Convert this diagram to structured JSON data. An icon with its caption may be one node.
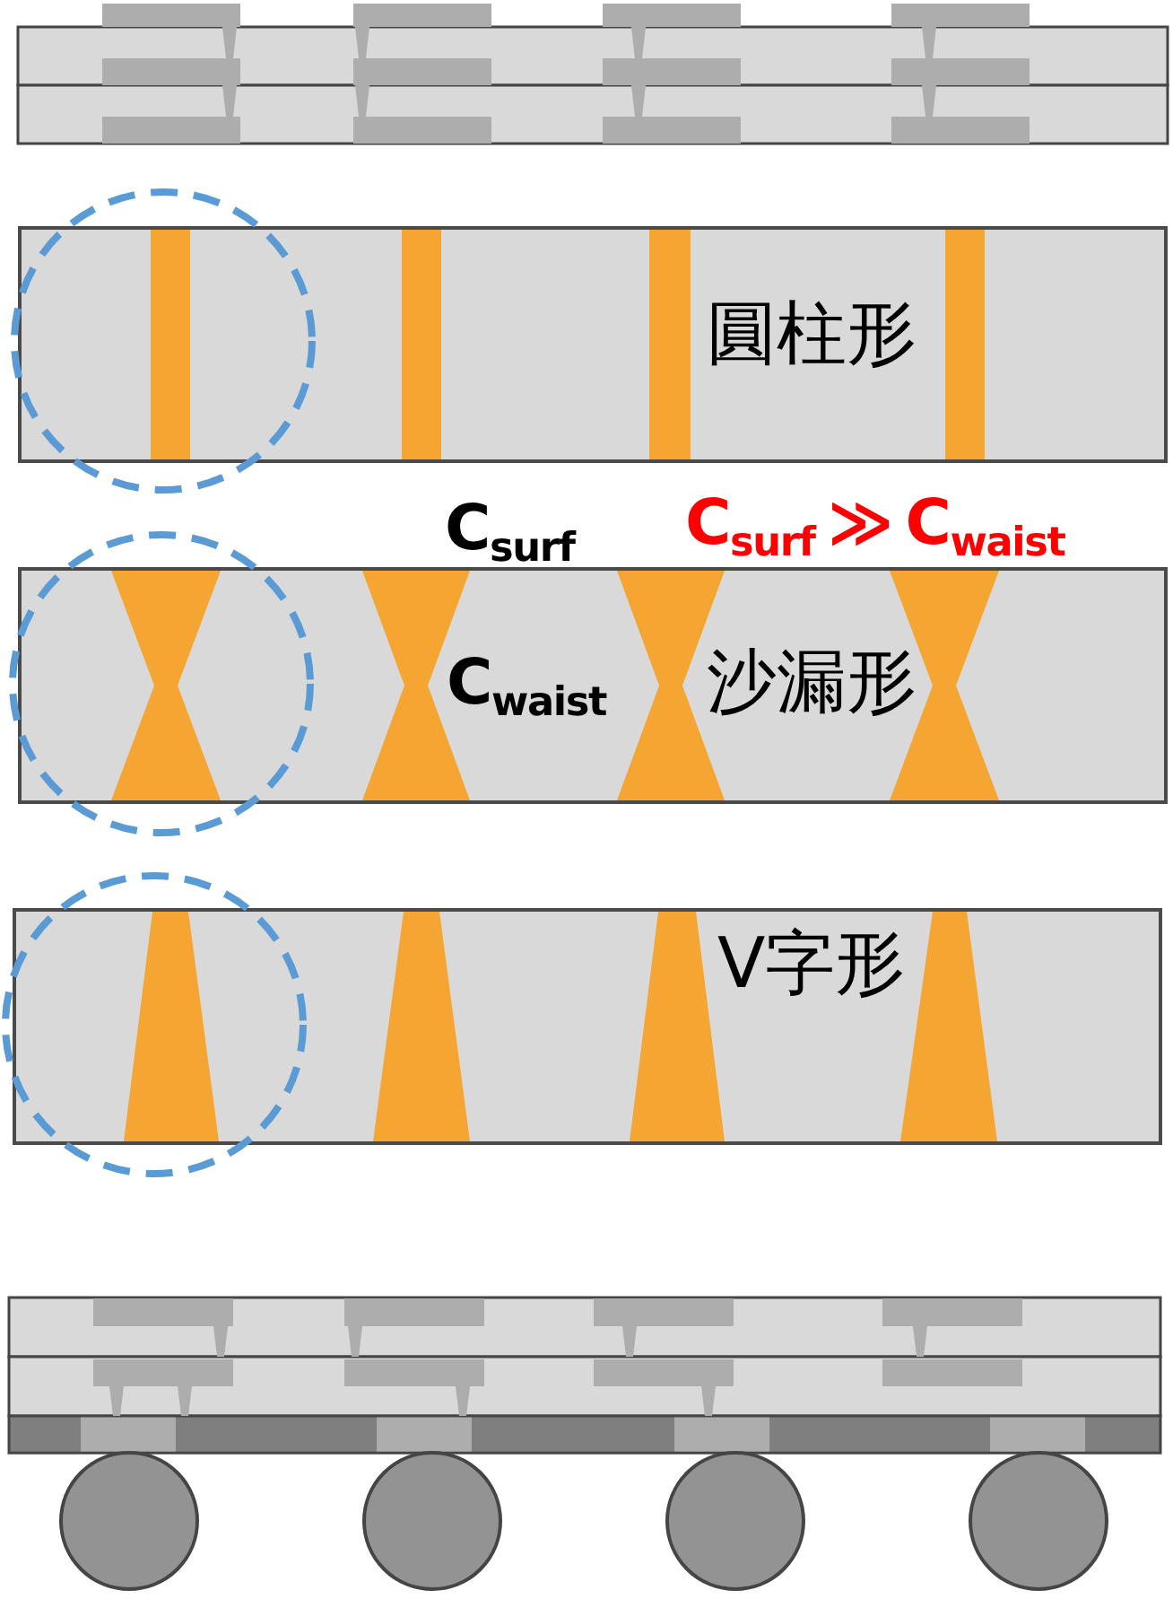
{
  "diagram": {
    "nodes": [
      {
        "text": [],
        "shape": "circle"
      },
      {
        "text": [
          "圓柱形"
        ]
      },
      {
        "text": [],
        "shape": "circle"
      },
      {
        "text": [
          "C$_{waist}$",
          "沙漏形"
        ]
      },
      {
        "text": [],
        "shape": "circle"
      },
      {
        "text": [
          "V字形"
        ]
      }
    ],
    "labels": [
      "C$_{surf}$",
      "C$_{surf}$ ≫ C$_{waist}$"
    ]
  }
}
